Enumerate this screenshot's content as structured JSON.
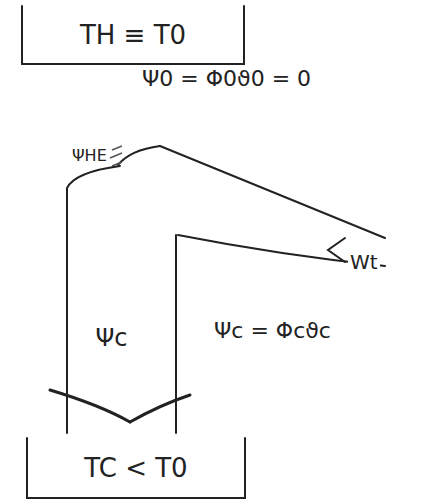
{
  "diagram": {
    "nodes": [
      {
        "text": [
          "TH ≡ T0"
        ]
      },
      {
        "text": [
          "Ψc"
        ]
      },
      {
        "text": [
          "TC < T0"
        ]
      }
    ],
    "labels": [
      "Ψ0 = Φ0ϑ0 = 0",
      "ΨHE",
      "Wt",
      "Ψc = Φcϑc"
    ]
  }
}
